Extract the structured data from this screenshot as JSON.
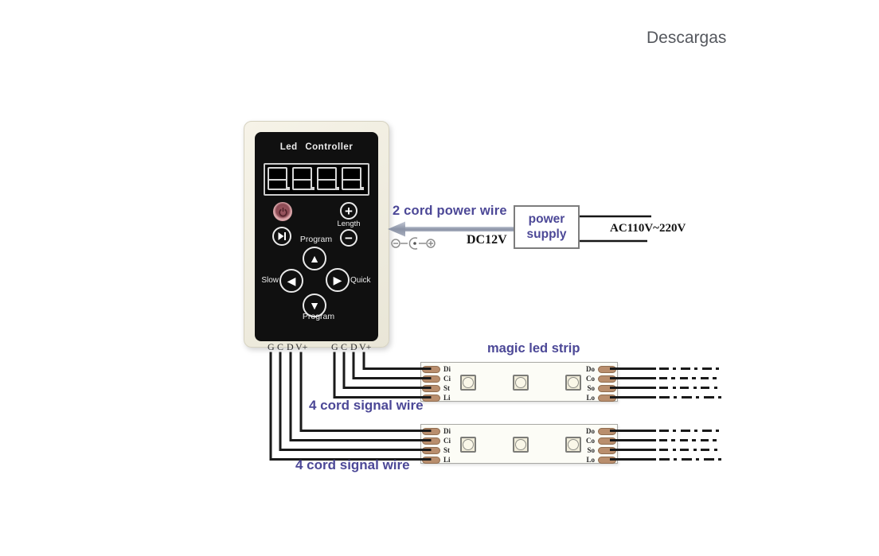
{
  "header": {
    "title": "Descargas"
  },
  "controller": {
    "title": "Led  Controller",
    "labels": {
      "plus": "+",
      "minus": "−",
      "length": "Length",
      "program_top": "Program",
      "program_bottom": "Program",
      "slow": "Slow",
      "quick": "Quick",
      "up_glyph": "▲",
      "down_glyph": "▼",
      "left_glyph": "◀",
      "right_glyph": "▶"
    },
    "pins_left": [
      "G",
      "C",
      "D",
      "V+"
    ],
    "pins_right": [
      "G",
      "C",
      "D",
      "V+"
    ]
  },
  "power": {
    "wire_label": "2 cord power wire",
    "dc_voltage": "DC12V",
    "supply_line1": "power",
    "supply_line2": "supply",
    "ac_voltage": "AC110V~220V"
  },
  "led": {
    "title": "magic led strip",
    "signal_label_top": "4 cord signal wire",
    "signal_label_bottom": "4 cord signal wire",
    "strip1": {
      "in": [
        "Di",
        "Ci",
        "St",
        "Li"
      ],
      "out": [
        "Do",
        "Co",
        "So",
        "Lo"
      ]
    },
    "strip2": {
      "in": [
        "Di",
        "Ci",
        "St",
        "Li"
      ],
      "out": [
        "Do",
        "Co",
        "So",
        "Lo"
      ]
    }
  },
  "colors": {
    "accent_purple": "#4c4897",
    "wire_black": "#1a1a1a",
    "pad_tan": "#b98e6d",
    "power_button_pink": "#dda7ab"
  }
}
